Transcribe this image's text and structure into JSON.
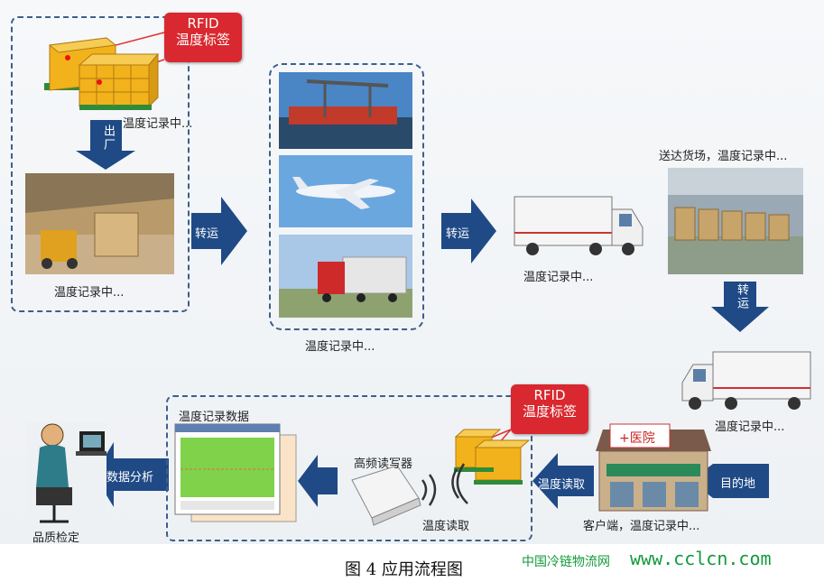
{
  "rfid_tag": {
    "line1": "RFID",
    "line2": "温度标签"
  },
  "labels": {
    "recording": "温度记录中...",
    "arrive_warehouse": "送达货场，温度记录中...",
    "client": "客户端，温度记录中...",
    "temp_data": "温度记录数据",
    "reader": "高频读写器",
    "temp_read": "温度读取",
    "quality": "品质检定",
    "hospital": "+医院"
  },
  "arrows": {
    "out": "出厂",
    "transfer": "转运",
    "transfer_v": "转运",
    "destination": "目的地",
    "temp_read": "温度读取",
    "data_analysis": "数据分析"
  },
  "caption": "图 4  应用流程图",
  "watermark": {
    "cn": "中国冷链物流网",
    "url": "www.cclcn.com"
  },
  "colors": {
    "arrow": "#1f4a86",
    "rfid": "#d9282f",
    "dash": "#3d5f8c",
    "box": "#f2b21c"
  }
}
